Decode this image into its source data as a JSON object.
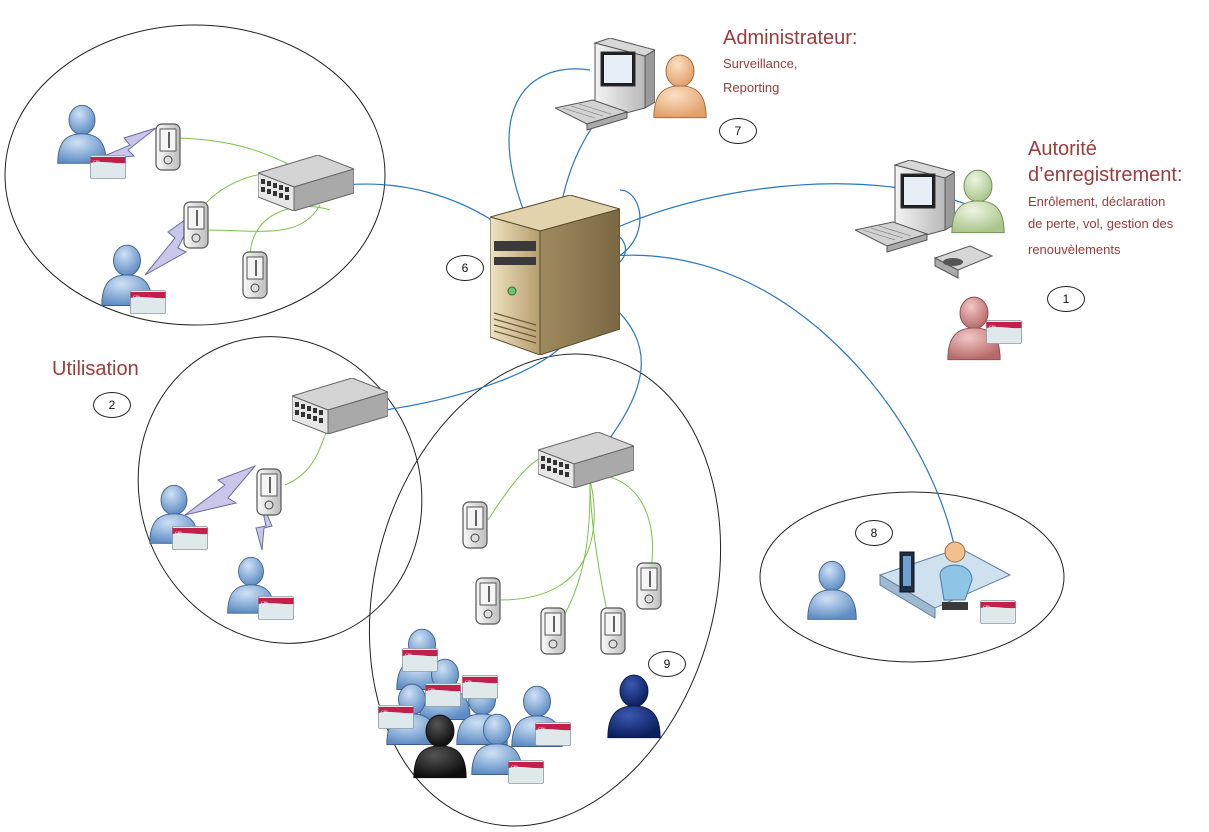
{
  "labels": {
    "admin_title": "Administrateur:",
    "admin_lines": [
      "Surveillance,",
      "Reporting"
    ],
    "authority_title": [
      "Autorité",
      "d’enregistrement:"
    ],
    "authority_lines": [
      "Enrôlement, déclaration",
      "de perte, vol, gestion des",
      "renouvèlements"
    ],
    "usage_title": "Utilisation"
  },
  "markers": [
    "1",
    "2",
    "6",
    "7",
    "8",
    "9"
  ],
  "card_text": "CPL",
  "colors": {
    "label": "#9b3b3b",
    "network_link": "#2a78c0",
    "device_link": "#7cc24a",
    "user": "#7aa7d8",
    "operator": "#e8b48a",
    "admin_user": "#f0b888",
    "authority_user": "#c9dcb0",
    "holder": "#cf8c8c",
    "card_band": "#c0204a",
    "dark_user": "#1a1a1a",
    "navy_user": "#0f2a7a",
    "server": "#d9c7a0"
  }
}
